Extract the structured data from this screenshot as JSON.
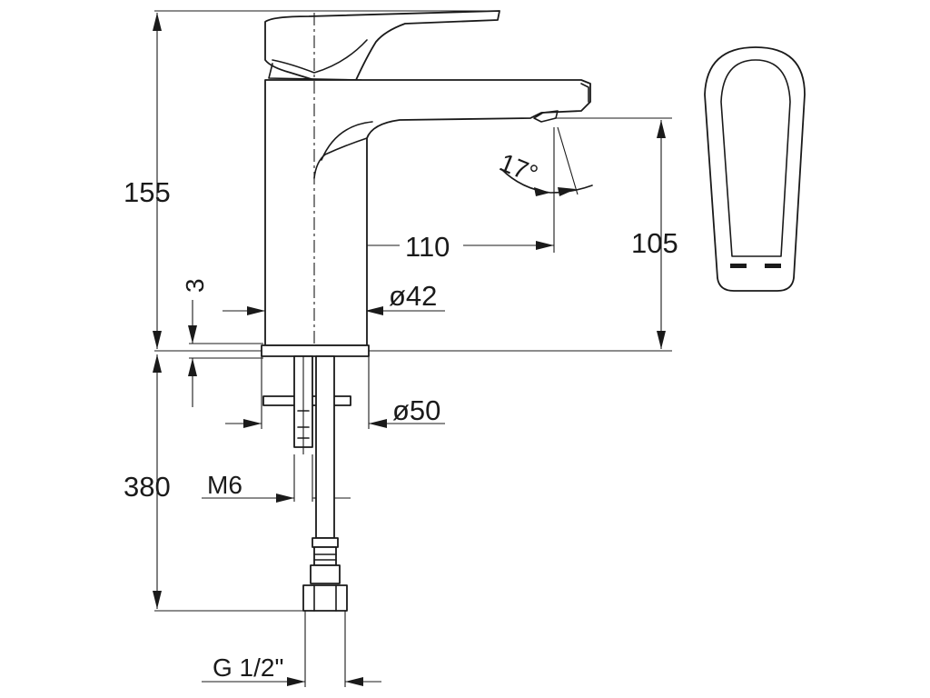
{
  "dimensions": {
    "total_height": "155",
    "spout_height": "105",
    "spout_reach": "110",
    "deck_thickness": "3",
    "body_diameter": "ø42",
    "base_diameter": "ø50",
    "pipe_length": "380",
    "thread": "M6",
    "connection": "G 1/2\"",
    "spray_angle": "17°"
  }
}
